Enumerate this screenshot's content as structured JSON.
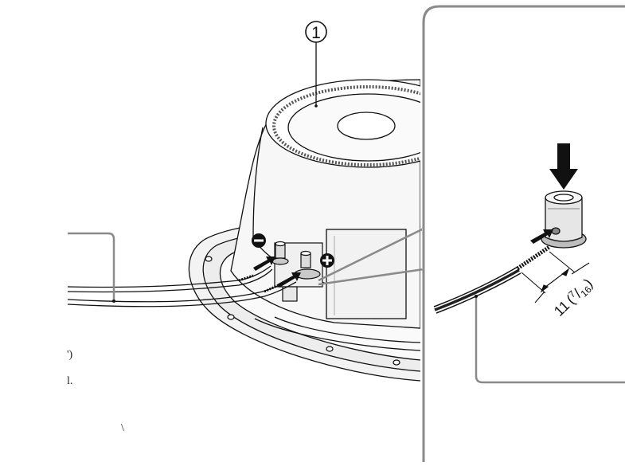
{
  "callout": {
    "number": "1"
  },
  "terminals": {
    "negative_symbol": "−",
    "positive_symbol": "+"
  },
  "dimension": {
    "value": "11",
    "fraction_numerator": "7",
    "fraction_denominator": "16",
    "open_paren": "(",
    "close_paren": ")"
  },
  "left_fragments": [
    "')",
    "l.",
    "\\"
  ],
  "colors": {
    "line": "#111111",
    "leader": "#888888",
    "panel_border": "#8a8a8a",
    "metal": "#d9d9d9",
    "metal_dark": "#a8a8a8"
  }
}
